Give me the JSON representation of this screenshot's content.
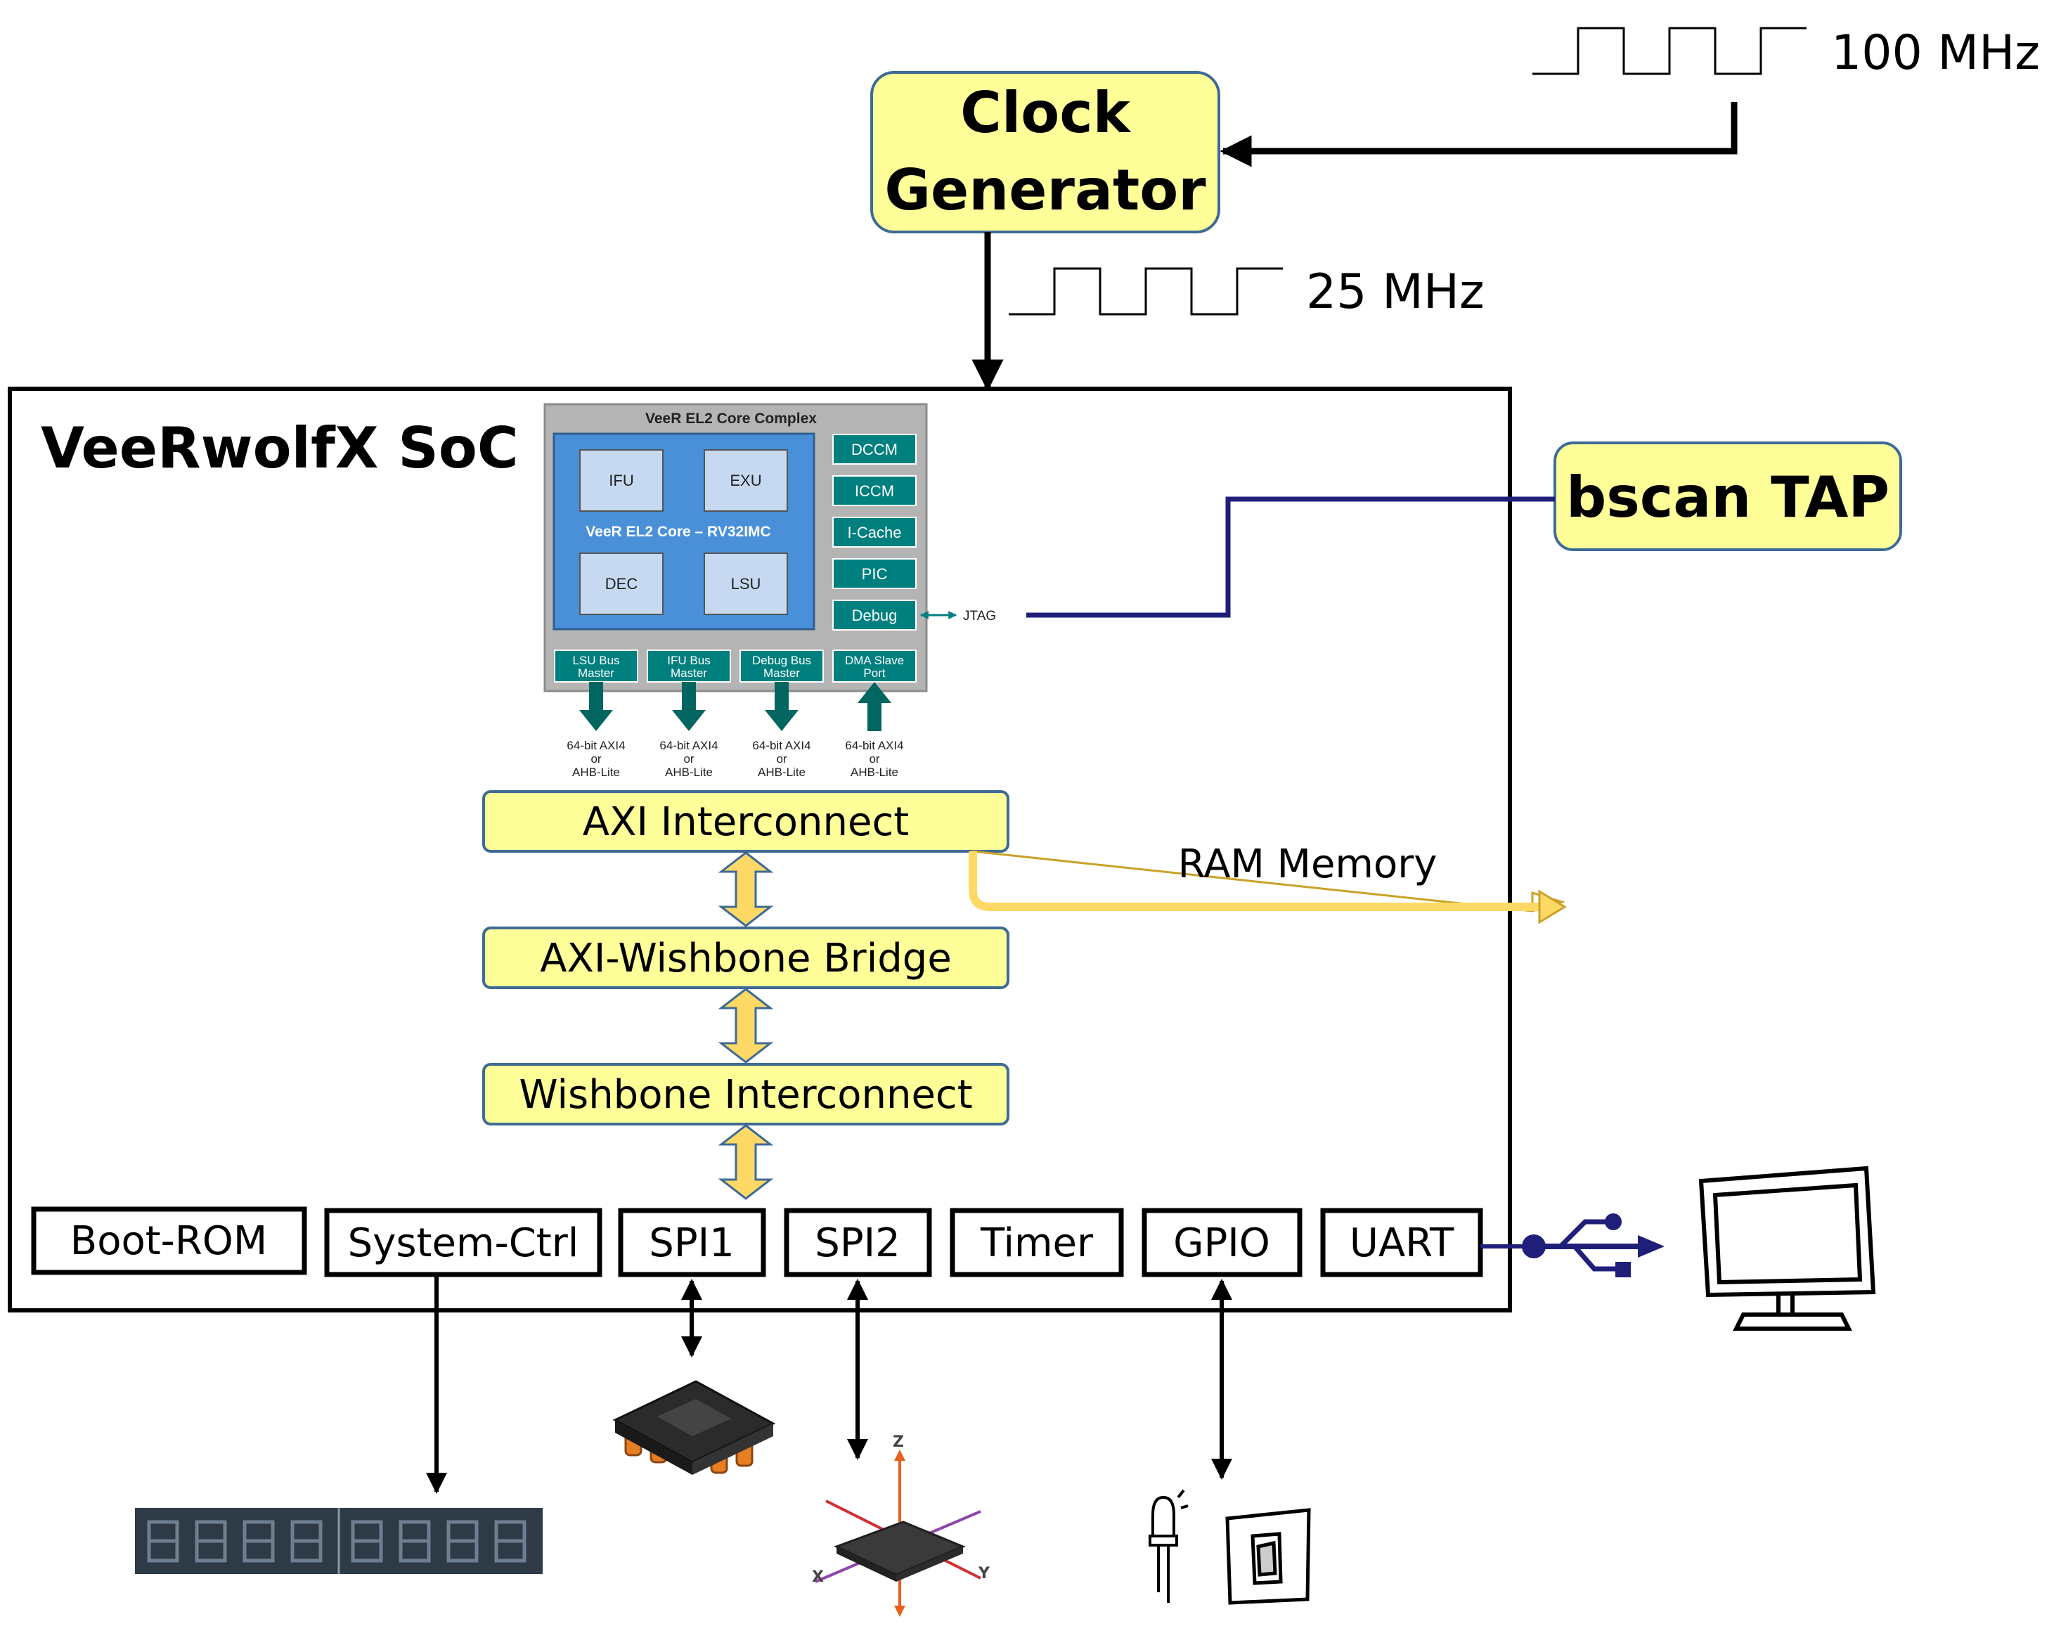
{
  "signals": {
    "freq_in": "100 MHz",
    "freq_out": "25 MHz"
  },
  "clock_generator": {
    "line1": "Clock",
    "line2": "Generator"
  },
  "soc": {
    "title": "VeeRwolfX SoC"
  },
  "bscan": {
    "label": "bscan TAP"
  },
  "core_complex": {
    "title": "VeeR EL2 Core Complex",
    "core_label": "VeeR EL2 Core – RV32IMC",
    "units": [
      "IFU",
      "EXU",
      "DEC",
      "LSU"
    ],
    "side_blocks": [
      "DCCM",
      "ICCM",
      "I-Cache",
      "PIC",
      "Debug"
    ],
    "jtag": "JTAG",
    "ports": [
      {
        "line1": "LSU Bus",
        "line2": "Master"
      },
      {
        "line1": "IFU Bus",
        "line2": "Master"
      },
      {
        "line1": "Debug Bus",
        "line2": "Master"
      },
      {
        "line1": "DMA Slave",
        "line2": "Port"
      }
    ],
    "bus_note": {
      "line1": "64-bit AXI4",
      "line2": "or",
      "line3": "AHB-Lite"
    }
  },
  "interconnect": {
    "axi": "AXI Interconnect",
    "bridge": "AXI-Wishbone Bridge",
    "wishbone": "Wishbone Interconnect",
    "ram": "RAM Memory"
  },
  "peripherals": [
    "Boot-ROM",
    "System-Ctrl",
    "SPI1",
    "SPI2",
    "Timer",
    "GPIO",
    "UART"
  ],
  "sensor_axes": {
    "z": "Z",
    "x": "X",
    "y": "Y"
  },
  "colors": {
    "yellow_fill": "#FFFF99",
    "yellow_border": "#3E6B95",
    "teal": "#007F7F",
    "core_blue": "#4A90D9",
    "unit_fill": "#C6D9F1",
    "complex_gray": "#B4B4B4",
    "bus_arrow": "#FFD966",
    "jtag_line": "#1F1F7A"
  }
}
